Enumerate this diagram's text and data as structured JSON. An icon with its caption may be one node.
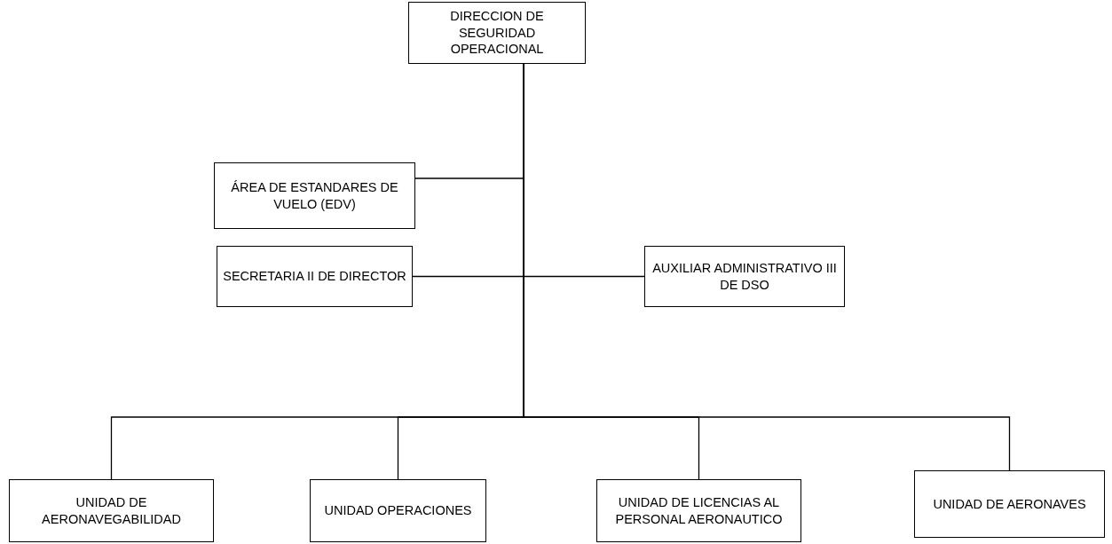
{
  "diagram": {
    "nodes": [
      {
        "text": [
          "DIRECCION DE SEGURIDAD OPERACIONAL"
        ]
      },
      {
        "text": [
          "ÁREA DE ESTANDARES DE VUELO (EDV)"
        ]
      },
      {
        "text": [
          "SECRETARIA II DE DIRECTOR"
        ]
      },
      {
        "text": [
          "AUXILIAR ADMINISTRATIVO III DE DSO"
        ]
      },
      {
        "text": [
          "UNIDAD DE AERONAVEGABILIDAD"
        ]
      },
      {
        "text": [
          "UNIDAD OPERACIONES"
        ]
      },
      {
        "text": [
          "UNIDAD DE LICENCIAS AL PERSONAL AERONAUTICO"
        ]
      },
      {
        "text": [
          "UNIDAD DE AERONAVES"
        ]
      }
    ],
    "edges": [
      {
        "from": 0,
        "to": 1,
        "arrow": "none"
      },
      {
        "from": 0,
        "to": 2,
        "arrow": "none"
      },
      {
        "from": 0,
        "to": 3,
        "arrow": "none"
      },
      {
        "from": 0,
        "to": 4,
        "arrow": "none"
      },
      {
        "from": 0,
        "to": 5,
        "arrow": "none"
      },
      {
        "from": 0,
        "to": 6,
        "arrow": "none"
      },
      {
        "from": 0,
        "to": 7,
        "arrow": "none"
      }
    ]
  }
}
